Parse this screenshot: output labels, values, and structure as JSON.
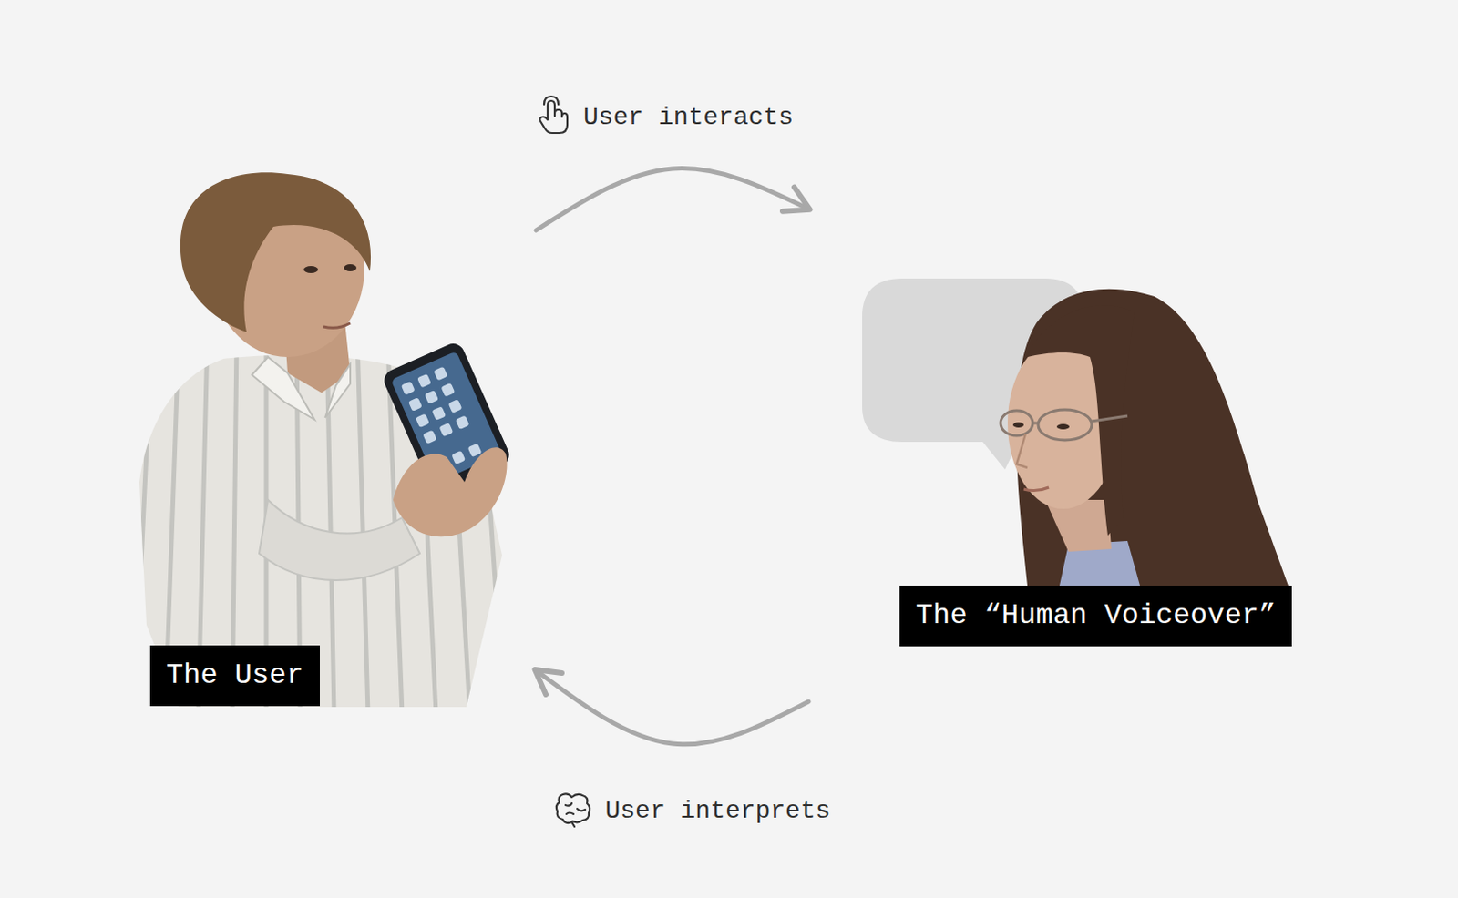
{
  "diagram": {
    "nodes": [
      {
        "text": [
          "The User"
        ]
      },
      {
        "text": [
          "The “Human Voiceover”"
        ]
      }
    ],
    "edges": [
      {
        "from": 0,
        "to": 1,
        "arrow": "to",
        "label": "User interacts"
      },
      {
        "from": 1,
        "to": 0,
        "arrow": "to",
        "label": "User interprets"
      }
    ]
  }
}
